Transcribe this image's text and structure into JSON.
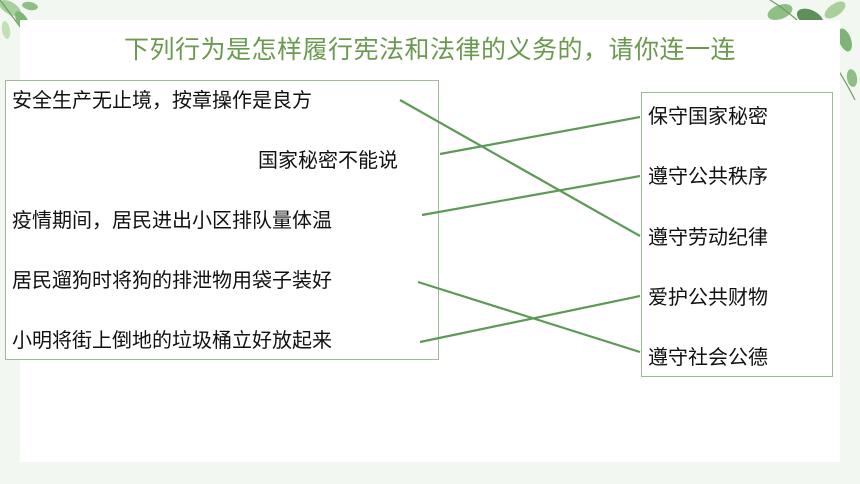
{
  "title": "下列行为是怎样履行宪法和法律的义务的，请你连一连",
  "actions": [
    "安全生产无止境，按章操作是良方",
    "国家秘密不能说",
    "疫情期间，居民进出小区排队量体温",
    "居民遛狗时将狗的排泄物用袋子装好",
    "小明将街上倒地的垃圾桶立好放起来"
  ],
  "duties": [
    "保守国家秘密",
    "遵守公共秩序",
    "遵守劳动纪律",
    "爱护公共财物",
    "遵守社会公德"
  ],
  "matches": [
    {
      "action": 0,
      "duty": 2
    },
    {
      "action": 1,
      "duty": 0
    },
    {
      "action": 2,
      "duty": 1
    },
    {
      "action": 3,
      "duty": 4
    },
    {
      "action": 4,
      "duty": 3
    }
  ],
  "colors": {
    "title": "#6a9a4f",
    "line": "#5c9a55",
    "box_border": "#9fb89a",
    "leaf_dark": "#5f8f5a",
    "leaf_light": "#a9cf9c"
  },
  "decorations": [
    "leaf-cluster-top-left",
    "leaf-cluster-top-right"
  ]
}
